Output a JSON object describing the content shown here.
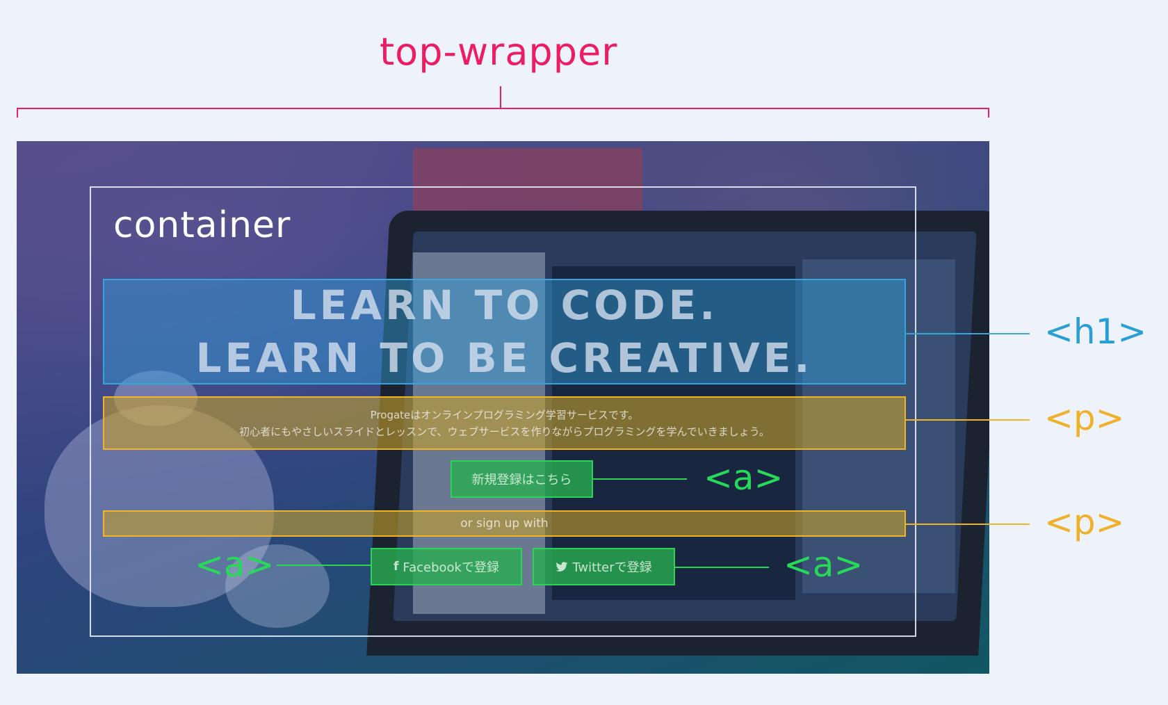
{
  "colors": {
    "wrapper": "#ec1e63",
    "h1": "#34a5dd",
    "p": "#f0b429",
    "a": "#2bd553",
    "container": "#e6ecf6",
    "background": "#eef3fb"
  },
  "wrapper": {
    "label": "top-wrapper"
  },
  "container": {
    "label": "container"
  },
  "heading": {
    "line1": "LEARN TO CODE.",
    "line2": "LEARN TO BE CREATIVE."
  },
  "intro": {
    "line1": "Progateはオンラインプログラミング学習サービスです。",
    "line2": "初心者にもやさしいスライドとレッスンで、ウェブサービスを作りながらプログラミングを学んでいきましょう。"
  },
  "buttons": {
    "signup": "新規登録はこちら",
    "facebook_icon": "f",
    "facebook": "Facebookで登録",
    "twitter_icon": "bird-icon",
    "twitter": "Twitterで登録"
  },
  "or_signup": "or sign up with",
  "tags": {
    "h1": "<h1>",
    "p_intro": "<p>",
    "a_signup": "<a>",
    "p_or": "<p>",
    "a_facebook": "<a>",
    "a_twitter": "<a>"
  }
}
